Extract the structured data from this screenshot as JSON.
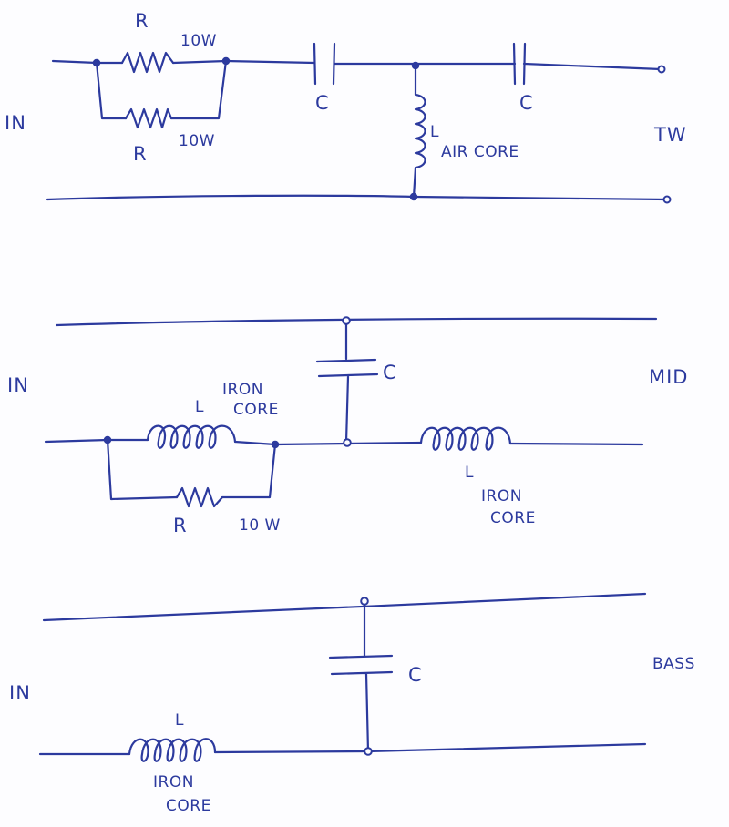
{
  "tweeter": {
    "input_label": "IN",
    "output_label": "TW",
    "resistor_top": {
      "label": "R",
      "rating": "10W"
    },
    "resistor_bottom": {
      "label": "R",
      "rating": "10W"
    },
    "capacitor_1": {
      "label": "C"
    },
    "capacitor_2": {
      "label": "C"
    },
    "inductor": {
      "label": "L",
      "core": "AIR CORE"
    }
  },
  "mid": {
    "input_label": "IN",
    "output_label": "MID",
    "inductor_parallel": {
      "label": "L",
      "core_line1": "IRON",
      "core_line2": "CORE"
    },
    "resistor": {
      "label": "R",
      "rating": "10 W"
    },
    "capacitor": {
      "label": "C"
    },
    "inductor_series": {
      "label": "L",
      "core_line1": "IRON",
      "core_line2": "CORE"
    }
  },
  "bass": {
    "input_label": "IN",
    "output_label": "BASS",
    "inductor": {
      "label": "L",
      "core_line1": "IRON",
      "core_line2": "CORE"
    },
    "capacitor": {
      "label": "C"
    }
  }
}
